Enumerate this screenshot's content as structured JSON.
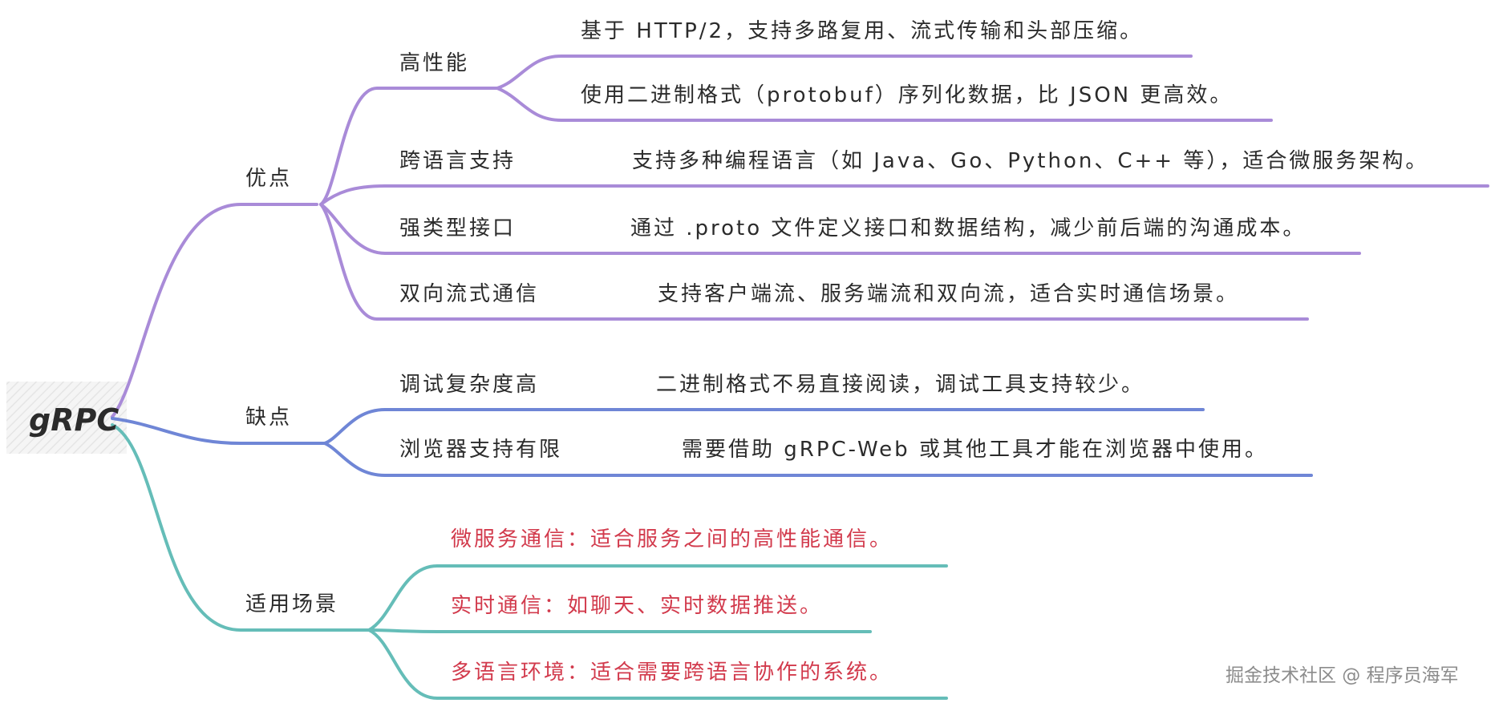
{
  "root": {
    "label": "gRPC"
  },
  "colors": {
    "advantages": "#a98bd8",
    "disadvantages": "#6f86d6",
    "scenarios": "#65bdb8",
    "text": "#2b2b2b",
    "scenario_text": "#d23a4c",
    "watermark": "#8c8c8c"
  },
  "advantages": {
    "label": "优点",
    "items": [
      {
        "label": "高性能",
        "details": [
          "基于 HTTP/2，支持多路复用、流式传输和头部压缩。",
          "使用二进制格式（protobuf）序列化数据，比 JSON 更高效。"
        ]
      },
      {
        "label": "跨语言支持",
        "detail": "支持多种编程语言（如 Java、Go、Python、C++ 等），适合微服务架构。"
      },
      {
        "label": "强类型接口",
        "detail": "通过 .proto 文件定义接口和数据结构，减少前后端的沟通成本。"
      },
      {
        "label": "双向流式通信",
        "detail": "支持客户端流、服务端流和双向流，适合实时通信场景。"
      }
    ]
  },
  "disadvantages": {
    "label": "缺点",
    "items": [
      {
        "label": "调试复杂度高",
        "detail": "二进制格式不易直接阅读，调试工具支持较少。"
      },
      {
        "label": "浏览器支持有限",
        "detail": "需要借助 gRPC-Web 或其他工具才能在浏览器中使用。"
      }
    ]
  },
  "scenarios": {
    "label": "适用场景",
    "items": [
      "微服务通信：适合服务之间的高性能通信。",
      "实时通信：如聊天、实时数据推送。",
      "多语言环境：适合需要跨语言协作的系统。"
    ]
  },
  "watermark": "掘金技术社区 @ 程序员海军"
}
